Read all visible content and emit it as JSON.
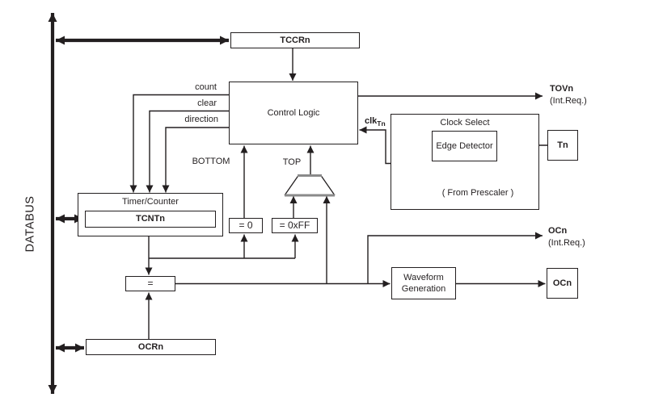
{
  "diagram": {
    "databus_label": "DATABUS",
    "boxes": {
      "tccrn": "TCCRn",
      "control_logic": "Control Logic",
      "timer_counter": "Timer/Counter",
      "tcntn": "TCNTn",
      "eq_zero": "= 0",
      "eq_ff": "= 0xFF",
      "comparator": "=",
      "ocrn": "OCRn",
      "waveform_generation": "Waveform Generation",
      "ocn": "OCn",
      "clock_select": "Clock Select",
      "edge_detector": "Edge Detector",
      "tn": "Tn"
    },
    "signals": {
      "count": "count",
      "clear": "clear",
      "direction": "direction",
      "bottom": "BOTTOM",
      "top": "TOP",
      "clk_base": "clk",
      "clk_sub": "Tn",
      "tov": "TOVn",
      "tov_sub": "(Int.Req.)",
      "oc_irq": "OCn",
      "oc_irq_sub": "(Int.Req.)",
      "from_prescaler": "( From Prescaler )"
    },
    "colors": {
      "line": "#231f20",
      "mux_stroke": "#7d7d7d",
      "background": "#ffffff"
    }
  }
}
